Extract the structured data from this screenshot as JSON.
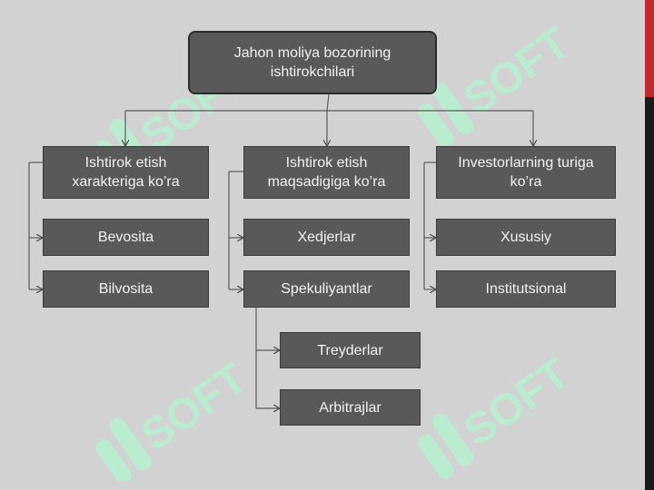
{
  "diagram": {
    "root": "Jahon moliya bozorining ishtirokchilari",
    "categories": [
      {
        "title": "Ishtirok etish xarakteriga ko’ra",
        "children": [
          "Bevosita",
          "Bilvosita"
        ]
      },
      {
        "title": "Ishtirok etish maqsadigiga ko’ra",
        "children": [
          "Xedjerlar",
          "Spekuliyantlar"
        ],
        "grandchildren": [
          "Treyderlar",
          "Arbitrajlar"
        ]
      },
      {
        "title": "Investorlarning turiga ko’ra",
        "children": [
          "Xususiy",
          "Institutsional"
        ]
      }
    ]
  },
  "watermark": {
    "text": "SOFT",
    "color": "#b8efd0"
  },
  "colors": {
    "background": "#d2d2d2",
    "box": "#595959",
    "text": "#f2f2f2",
    "accent_red": "#c0282d"
  }
}
